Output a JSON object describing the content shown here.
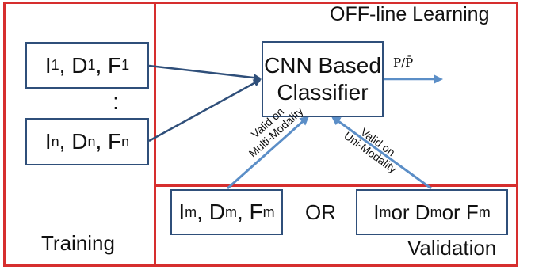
{
  "regions": {
    "training_label": "Training",
    "offline_label": "OFF-line Learning",
    "validation_label": "Validation"
  },
  "inputs": {
    "first": {
      "i": "I",
      "i_sub": "1",
      "d": "D",
      "d_sub": "1",
      "f": "F",
      "f_sub": "1"
    },
    "ellipsis": ":",
    "last": {
      "i": "I",
      "i_sub": "n",
      "d": "D",
      "d_sub": "n",
      "f": "F",
      "f_sub": "n"
    }
  },
  "classifier": {
    "line1": "CNN Based",
    "line2": "Classifier"
  },
  "output_label": "P/P̄",
  "validation": {
    "multi": {
      "i": "I",
      "i_sub": "m",
      "d": "D",
      "d_sub": "m",
      "f": "F",
      "f_sub": "m"
    },
    "or_label": "OR",
    "uni": {
      "i": "I",
      "i_sub": "m",
      "mid1": "or D",
      "d_sub": "m",
      "mid2": " or F",
      "f_sub": "m"
    },
    "edge_multi": {
      "line1": "Valid on",
      "line2": "Multi-Modality"
    },
    "edge_uni": {
      "line1": "Valid on",
      "line2": "Uni-Modality"
    }
  },
  "colors": {
    "region_border": "#d62e2e",
    "box_border": "#2f4f7a",
    "arrow_dark": "#2f4f7a",
    "arrow_light": "#5b8ec7"
  }
}
